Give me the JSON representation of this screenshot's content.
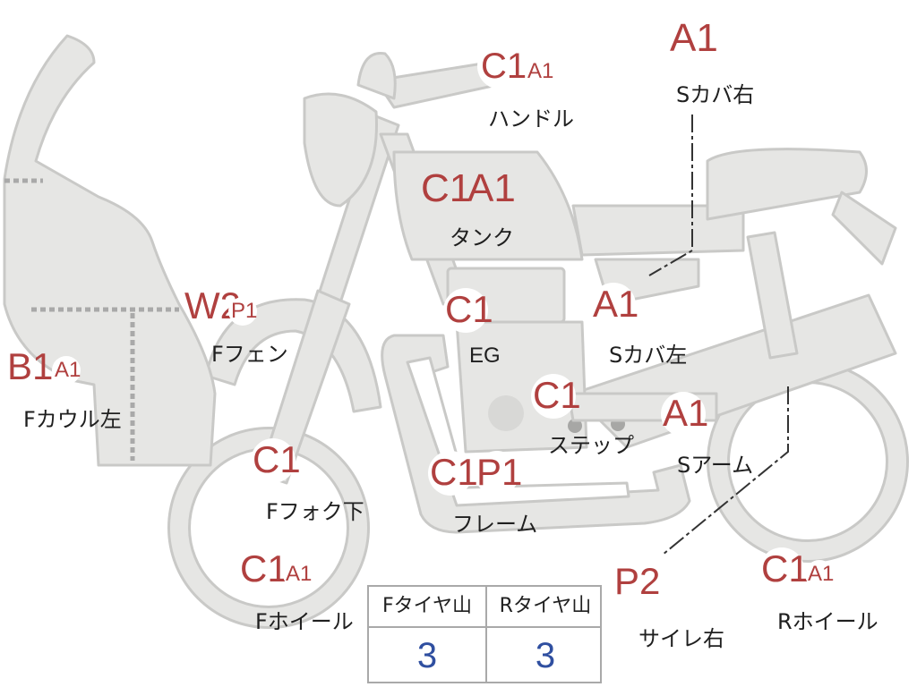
{
  "markers": [
    {
      "id": "handle",
      "codes": [
        "C1",
        "A1"
      ],
      "label": "ハンドル"
    },
    {
      "id": "s-cover-right",
      "codes": [
        "A1"
      ],
      "label": "Sカバ右"
    },
    {
      "id": "tank",
      "codes": [
        "C1",
        "A1"
      ],
      "label": "タンク"
    },
    {
      "id": "f-fender",
      "codes": [
        "W2",
        "P1"
      ],
      "label": "Fフェン"
    },
    {
      "id": "engine",
      "codes": [
        "C1"
      ],
      "label": "EG"
    },
    {
      "id": "s-cover-left",
      "codes": [
        "A1"
      ],
      "label": "Sカバ左"
    },
    {
      "id": "f-cowl-left",
      "codes": [
        "B1",
        "A1"
      ],
      "label": "Fカウル左"
    },
    {
      "id": "step",
      "codes": [
        "C1"
      ],
      "label": "ステップ"
    },
    {
      "id": "s-arm",
      "codes": [
        "A1"
      ],
      "label": "Sアーム"
    },
    {
      "id": "f-fork-lower",
      "codes": [
        "C1"
      ],
      "label": "Fフォク下"
    },
    {
      "id": "frame",
      "codes": [
        "C1",
        "P1"
      ],
      "label": "フレーム"
    },
    {
      "id": "f-wheel",
      "codes": [
        "C1",
        "A1"
      ],
      "label": "Fホイール"
    },
    {
      "id": "silencer-right",
      "codes": [
        "P2"
      ],
      "label": "サイレ右"
    },
    {
      "id": "r-wheel",
      "codes": [
        "C1",
        "A1"
      ],
      "label": "Rホイール"
    }
  ],
  "tire_table": {
    "headers": [
      "Fタイヤ山",
      "Rタイヤ山"
    ],
    "values": [
      "3",
      "3"
    ]
  },
  "colors": {
    "code": "#b0403f",
    "label": "#1f1f1f",
    "body_fill": "#e6e6e4",
    "body_stroke": "#c9c9c7",
    "tire_value": "#2f4fa0"
  }
}
